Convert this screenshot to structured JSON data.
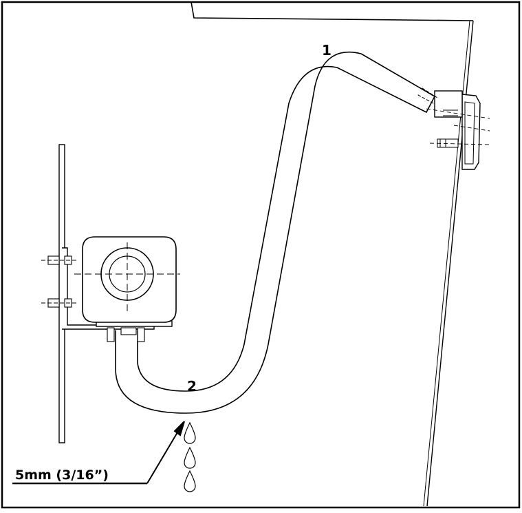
{
  "labels": {
    "callout_1": "1",
    "callout_2": "2",
    "gap_dimension": "5mm (3/16”)"
  },
  "colors": {
    "line": "#000000",
    "background": "#ffffff"
  }
}
